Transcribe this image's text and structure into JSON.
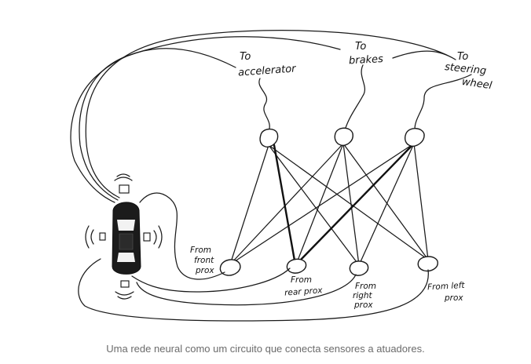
{
  "diagram": {
    "outputs": {
      "accelerator": [
        "To",
        "accelerator"
      ],
      "brakes": [
        "To",
        "brakes"
      ],
      "steering": [
        "To",
        "steering",
        "wheel"
      ]
    },
    "inputs": {
      "front": [
        "From",
        "front",
        "prox"
      ],
      "rear": [
        "From",
        "rear prox"
      ],
      "right": [
        "From",
        "right",
        "prox"
      ],
      "left": [
        "From left",
        "prox"
      ]
    }
  },
  "caption": "Uma rede neural como um circuito que conecta sensores a atuadores."
}
